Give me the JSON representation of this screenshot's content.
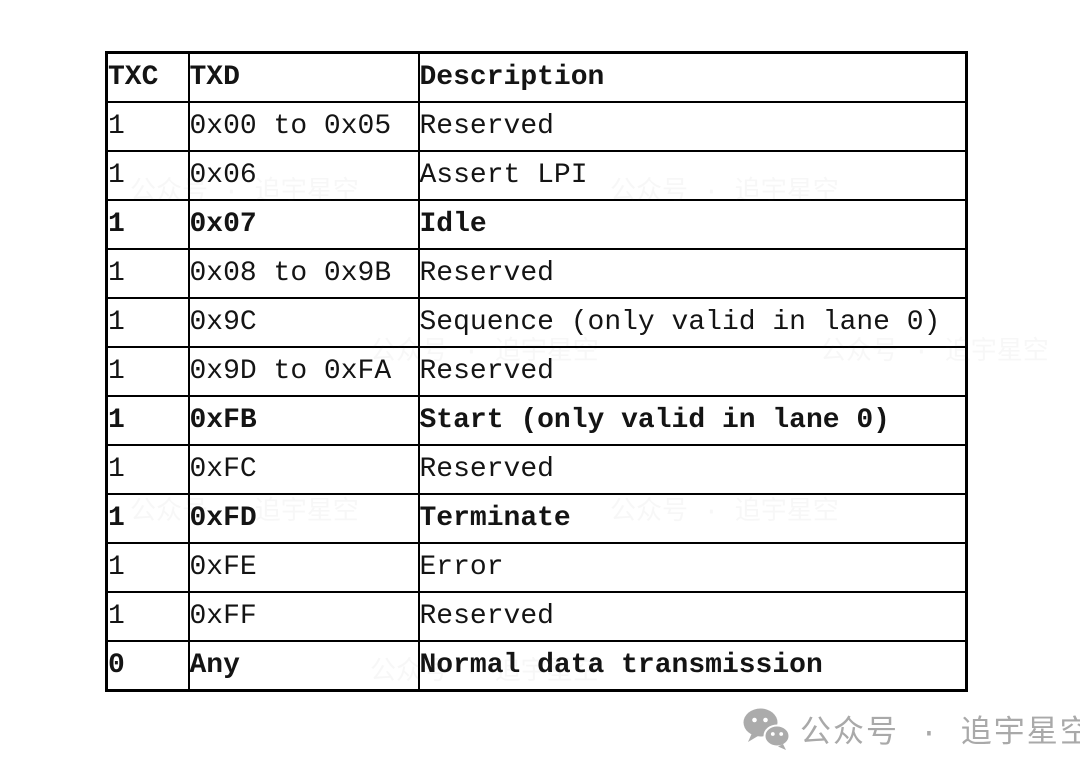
{
  "table": {
    "columns": [
      {
        "label": "TXC"
      },
      {
        "label": "TXD"
      },
      {
        "label": "Description"
      }
    ],
    "rows": [
      {
        "txc": "1",
        "txd": "0x00 to 0x05",
        "desc": "Reserved",
        "bold": false
      },
      {
        "txc": "1",
        "txd": "0x06",
        "desc": "Assert LPI",
        "bold": false
      },
      {
        "txc": "1",
        "txd": "0x07",
        "desc": "Idle",
        "bold": true
      },
      {
        "txc": "1",
        "txd": "0x08 to 0x9B",
        "desc": "Reserved",
        "bold": false
      },
      {
        "txc": "1",
        "txd": "0x9C",
        "desc": "Sequence (only valid in lane 0)",
        "bold": false
      },
      {
        "txc": "1",
        "txd": "0x9D to 0xFA",
        "desc": "Reserved",
        "bold": false
      },
      {
        "txc": "1",
        "txd": "0xFB",
        "desc": "Start (only valid in lane 0)",
        "bold": true
      },
      {
        "txc": "1",
        "txd": "0xFC",
        "desc": "Reserved",
        "bold": false
      },
      {
        "txc": "1",
        "txd": "0xFD",
        "desc": "Terminate",
        "bold": true
      },
      {
        "txc": "1",
        "txd": "0xFE",
        "desc": "Error",
        "bold": false
      },
      {
        "txc": "1",
        "txd": "0xFF",
        "desc": "Reserved",
        "bold": false
      },
      {
        "txc": "0",
        "txd": "Any",
        "desc": "Normal data transmission",
        "bold": true
      }
    ]
  },
  "watermark": {
    "label": "公众号 · 追宇星空",
    "icon": "wechat-icon",
    "color": "#a9a9a9"
  }
}
